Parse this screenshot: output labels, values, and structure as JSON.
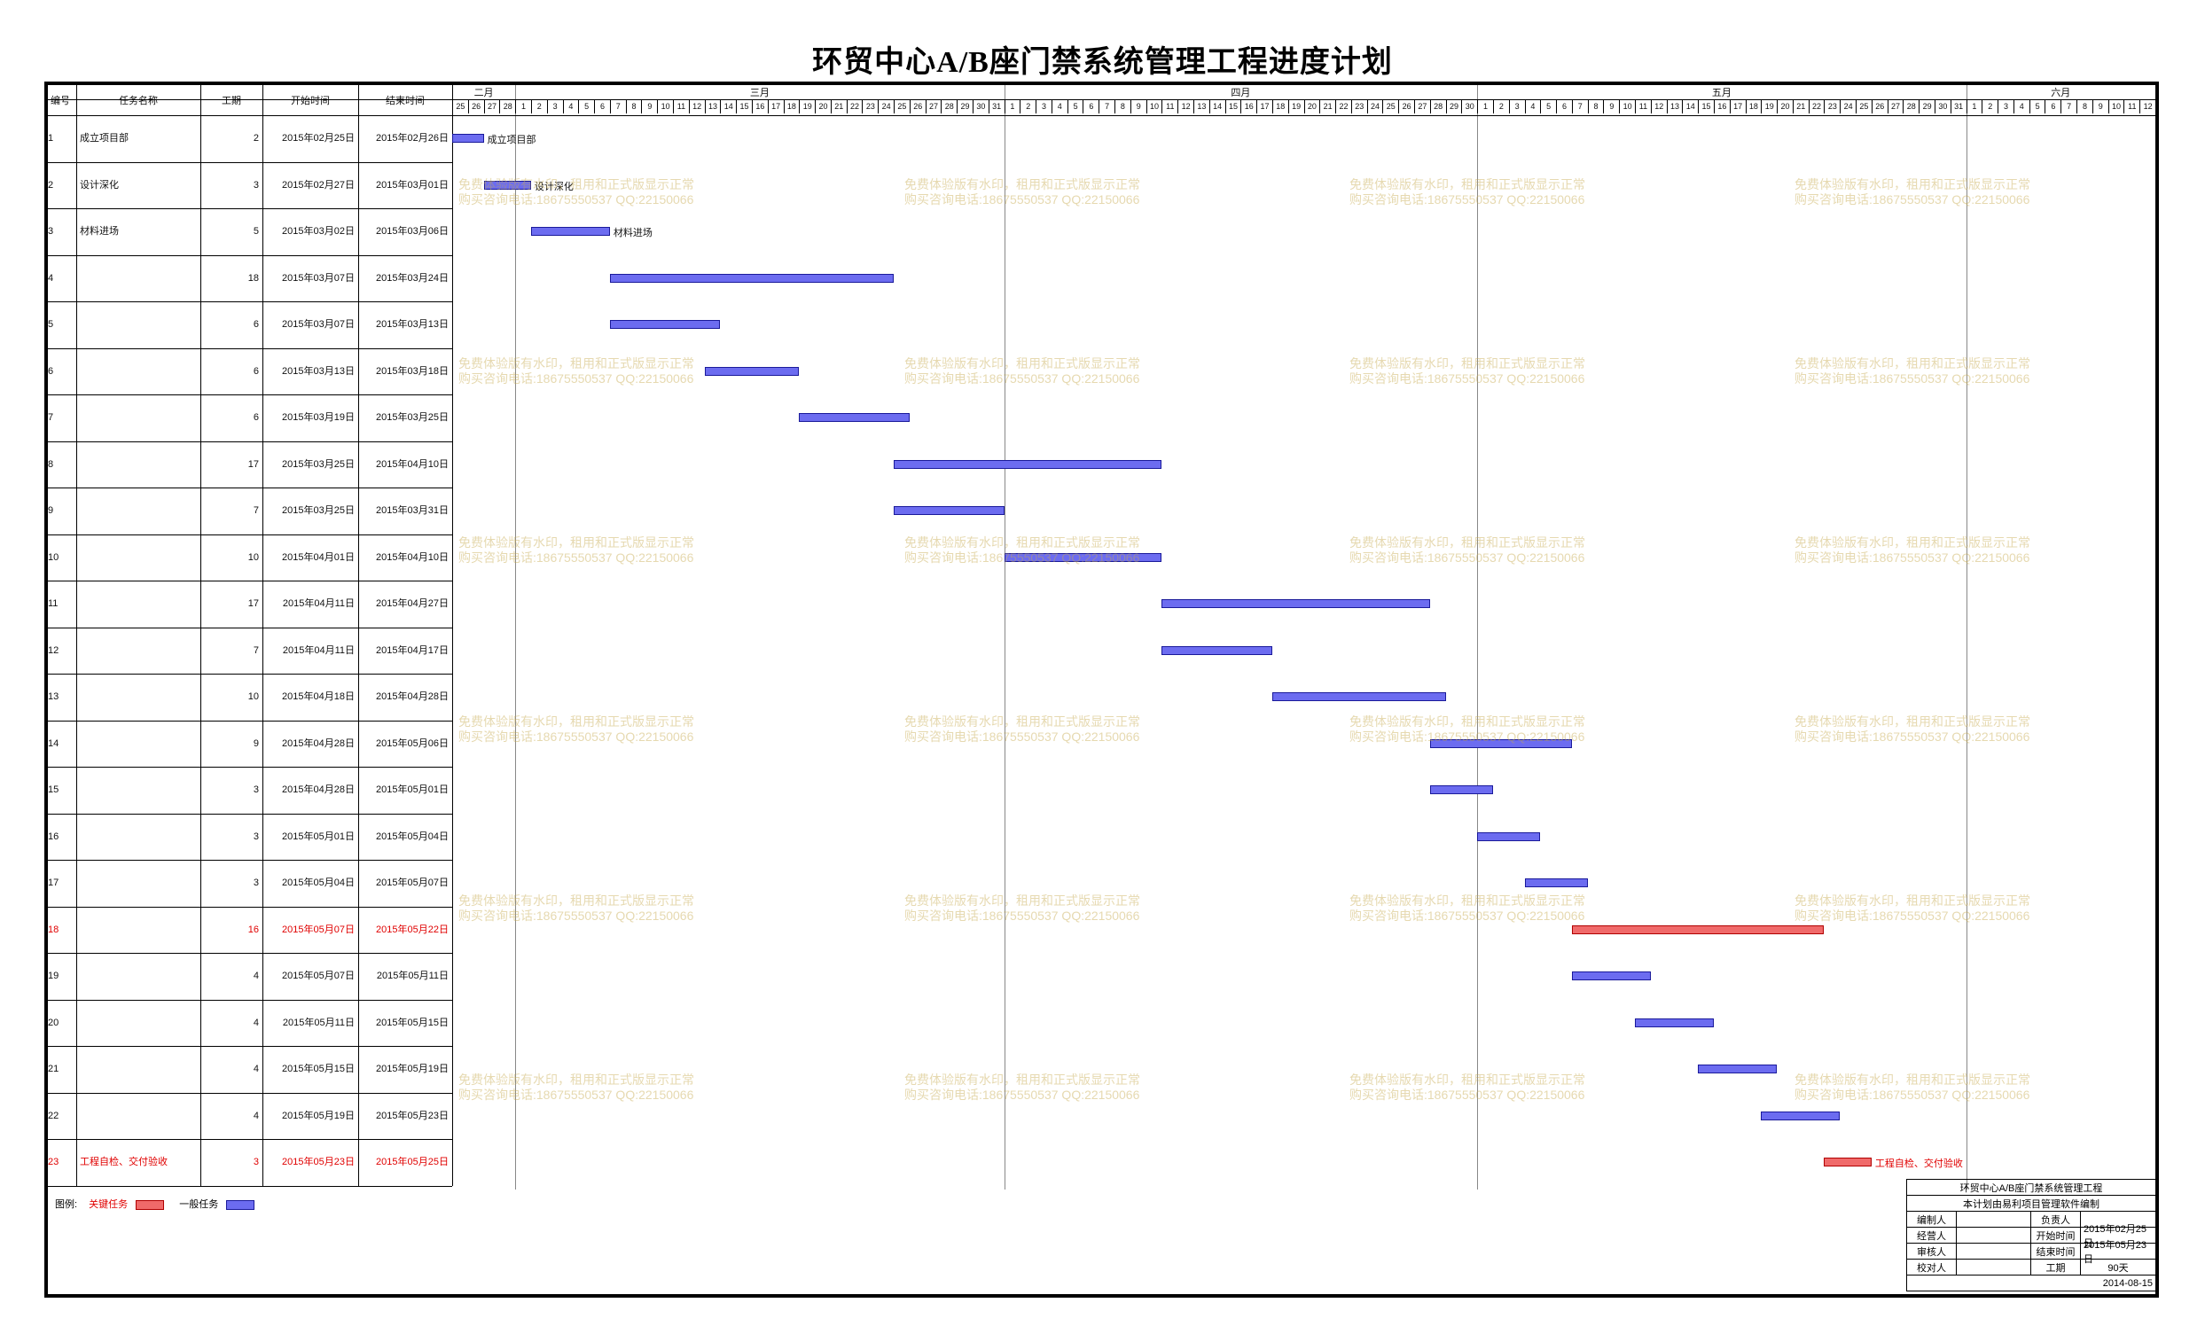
{
  "title": "环贸中心A/B座门禁系统管理工程进度计划",
  "columns": {
    "num": "编号",
    "name": "任务名称",
    "duration": "工期",
    "start": "开始时间",
    "end": "结束时间"
  },
  "months": [
    {
      "label": "二月"
    },
    {
      "label": "三月"
    },
    {
      "label": "四月"
    },
    {
      "label": "五月"
    },
    {
      "label": "六月"
    }
  ],
  "day_numbers": [],
  "tasks": [
    {
      "num": "1",
      "name": "成立项目部",
      "duration": "2",
      "start": "2015年02月25日",
      "end": "2015年02月26日",
      "label": "成立项目部",
      "critical": false
    },
    {
      "num": "2",
      "name": "设计深化",
      "duration": "3",
      "start": "2015年02月27日",
      "end": "2015年03月01日",
      "label": "设计深化",
      "critical": false
    },
    {
      "num": "3",
      "name": "材料进场",
      "duration": "5",
      "start": "2015年03月02日",
      "end": "2015年03月06日",
      "label": "材料进场",
      "critical": false
    },
    {
      "num": "4",
      "name": "",
      "duration": "18",
      "start": "2015年03月07日",
      "end": "2015年03月24日",
      "label": "",
      "critical": false
    },
    {
      "num": "5",
      "name": "",
      "duration": "6",
      "start": "2015年03月07日",
      "end": "2015年03月13日",
      "label": "",
      "critical": false
    },
    {
      "num": "6",
      "name": "",
      "duration": "6",
      "start": "2015年03月13日",
      "end": "2015年03月18日",
      "label": "",
      "critical": false
    },
    {
      "num": "7",
      "name": "",
      "duration": "6",
      "start": "2015年03月19日",
      "end": "2015年03月25日",
      "label": "",
      "critical": false
    },
    {
      "num": "8",
      "name": "",
      "duration": "17",
      "start": "2015年03月25日",
      "end": "2015年04月10日",
      "label": "",
      "critical": false
    },
    {
      "num": "9",
      "name": "",
      "duration": "7",
      "start": "2015年03月25日",
      "end": "2015年03月31日",
      "label": "",
      "critical": false
    },
    {
      "num": "10",
      "name": "",
      "duration": "10",
      "start": "2015年04月01日",
      "end": "2015年04月10日",
      "label": "",
      "critical": false
    },
    {
      "num": "11",
      "name": "",
      "duration": "17",
      "start": "2015年04月11日",
      "end": "2015年04月27日",
      "label": "",
      "critical": false
    },
    {
      "num": "12",
      "name": "",
      "duration": "7",
      "start": "2015年04月11日",
      "end": "2015年04月17日",
      "label": "",
      "critical": false
    },
    {
      "num": "13",
      "name": "",
      "duration": "10",
      "start": "2015年04月18日",
      "end": "2015年04月28日",
      "label": "",
      "critical": false
    },
    {
      "num": "14",
      "name": "",
      "duration": "9",
      "start": "2015年04月28日",
      "end": "2015年05月06日",
      "label": "",
      "critical": false
    },
    {
      "num": "15",
      "name": "",
      "duration": "3",
      "start": "2015年04月28日",
      "end": "2015年05月01日",
      "label": "",
      "critical": false
    },
    {
      "num": "16",
      "name": "",
      "duration": "3",
      "start": "2015年05月01日",
      "end": "2015年05月04日",
      "label": "",
      "critical": false
    },
    {
      "num": "17",
      "name": "",
      "duration": "3",
      "start": "2015年05月04日",
      "end": "2015年05月07日",
      "label": "",
      "critical": false
    },
    {
      "num": "18",
      "name": "",
      "duration": "16",
      "start": "2015年05月07日",
      "end": "2015年05月22日",
      "label": "",
      "critical": true
    },
    {
      "num": "19",
      "name": "",
      "duration": "4",
      "start": "2015年05月07日",
      "end": "2015年05月11日",
      "label": "",
      "critical": false
    },
    {
      "num": "20",
      "name": "",
      "duration": "4",
      "start": "2015年05月11日",
      "end": "2015年05月15日",
      "label": "",
      "critical": false
    },
    {
      "num": "21",
      "name": "",
      "duration": "4",
      "start": "2015年05月15日",
      "end": "2015年05月19日",
      "label": "",
      "critical": false
    },
    {
      "num": "22",
      "name": "",
      "duration": "4",
      "start": "2015年05月19日",
      "end": "2015年05月23日",
      "label": "",
      "critical": false
    },
    {
      "num": "23",
      "name": "工程自检、交付验收",
      "duration": "3",
      "start": "2015年05月23日",
      "end": "2015年05月25日",
      "label": "工程自检、交付验收",
      "critical": true
    }
  ],
  "legend": {
    "title": "图例:",
    "critical": "关键任务",
    "normal": "一般任务",
    "critical_color": "#f06a6a",
    "normal_color": "#6c6cf0"
  },
  "watermark": {
    "line1": "免费体验版有水印，租用和正式版显示正常",
    "line2": "购买咨询电话:18675550537 QQ:22150066"
  },
  "footer": {
    "project": "环贸中心A/B座门禁系统管理工程",
    "note": "本计划由易利项目管理软件编制",
    "rows": [
      {
        "k1": "编制人",
        "v1": "",
        "k2": "负责人",
        "v2": ""
      },
      {
        "k1": "经营人",
        "v1": "",
        "k2": "开始时间",
        "v2": "2015年02月25日"
      },
      {
        "k1": "审核人",
        "v1": "",
        "k2": "结束时间",
        "v2": "2015年05月23日"
      },
      {
        "k1": "校对人",
        "v1": "",
        "k2": "工期",
        "v2": "90天"
      }
    ],
    "date": "2014-08-15"
  }
}
